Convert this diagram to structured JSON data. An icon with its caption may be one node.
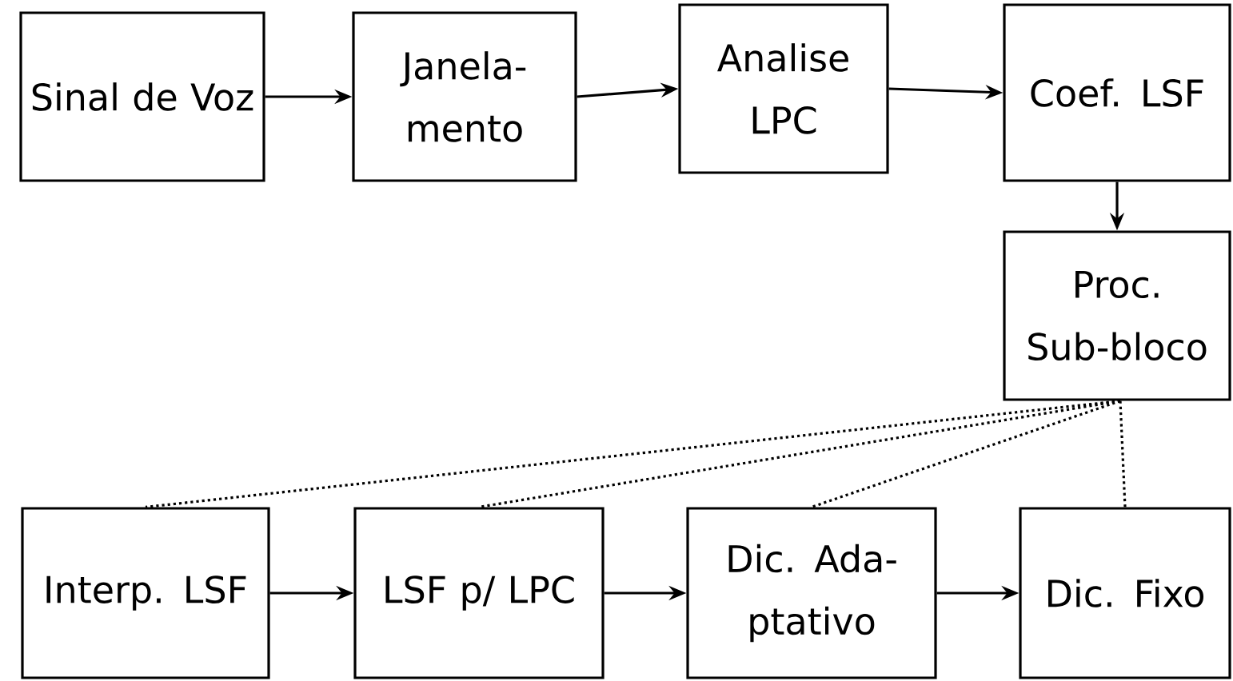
{
  "diagram": {
    "nodes": [
      {
        "text": [
          "Sinal de Voz"
        ]
      },
      {
        "text": [
          "Janela- mento"
        ]
      },
      {
        "text": [
          "Analise LPC"
        ]
      },
      {
        "text": [
          "Coef. LSF"
        ]
      },
      {
        "text": [
          "Proc. Sub-bloco"
        ]
      },
      {
        "text": [
          "Interp. LSF"
        ]
      },
      {
        "text": [
          "LSF p/ LPC"
        ]
      },
      {
        "text": [
          "Dic. Ada- ptativo"
        ]
      },
      {
        "text": [
          "Dic. Fixo"
        ]
      }
    ],
    "edges": [
      {
        "from": 0,
        "to": 1,
        "arrow": "to"
      },
      {
        "from": 1,
        "to": 2,
        "arrow": "to"
      },
      {
        "from": 2,
        "to": 3,
        "arrow": "to"
      },
      {
        "from": 3,
        "to": 4,
        "arrow": "to"
      },
      {
        "from": 4,
        "to": 5,
        "arrow": "none",
        "style": "dashed"
      },
      {
        "from": 4,
        "to": 6,
        "arrow": "none",
        "style": "dashed"
      },
      {
        "from": 4,
        "to": 7,
        "arrow": "none",
        "style": "dashed"
      },
      {
        "from": 4,
        "to": 8,
        "arrow": "none",
        "style": "dashed"
      },
      {
        "from": 5,
        "to": 6,
        "arrow": "to"
      },
      {
        "from": 6,
        "to": 7,
        "arrow": "to"
      },
      {
        "from": 7,
        "to": 8,
        "arrow": "to"
      }
    ]
  }
}
